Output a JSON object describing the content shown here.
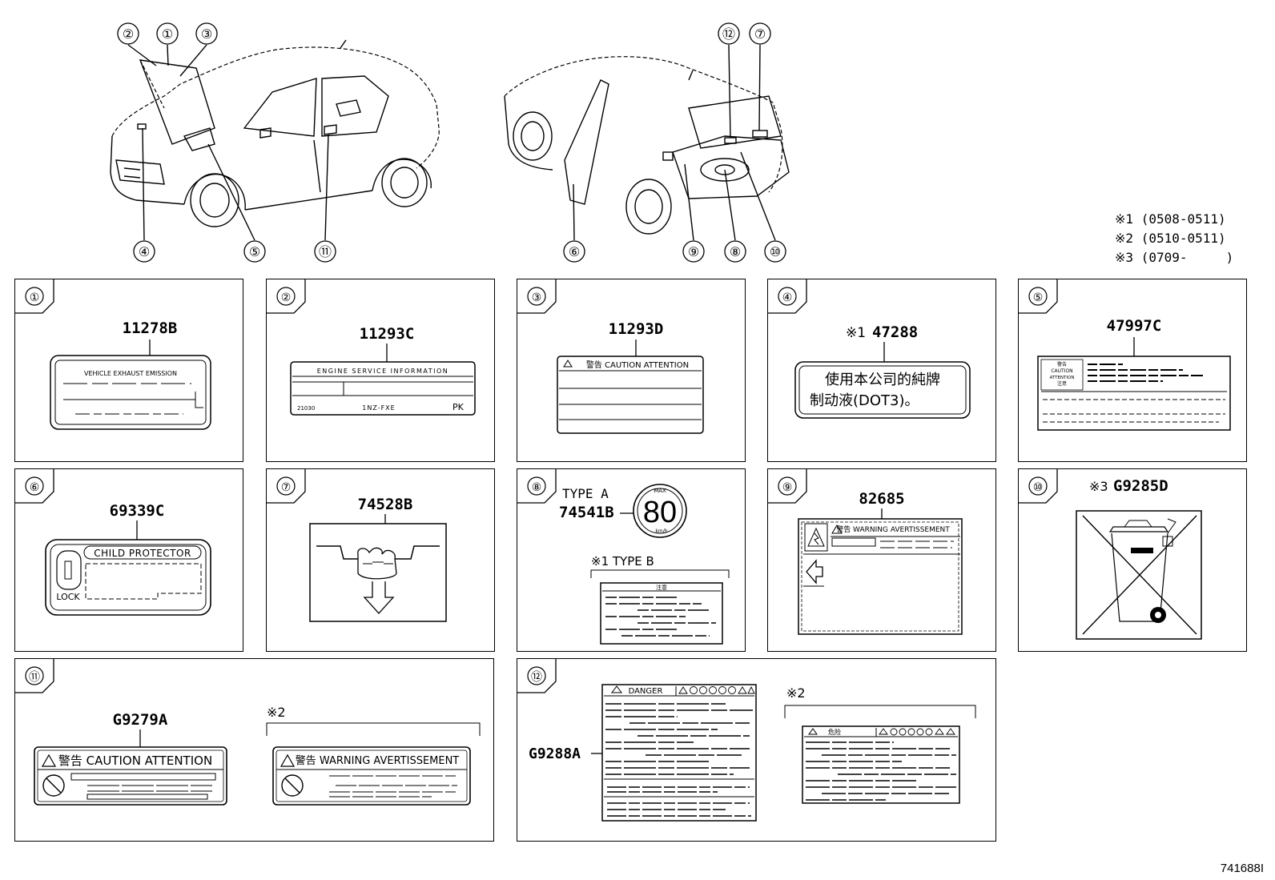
{
  "diagram": {
    "code": "741688I",
    "notes": [
      {
        "mark": "※1",
        "text": "(0508-0511)"
      },
      {
        "mark": "※2",
        "text": "(0510-0511)"
      },
      {
        "mark": "※3",
        "text": "(0709-     )"
      }
    ],
    "callouts_front": [
      "②",
      "①",
      "③",
      "④",
      "⑤",
      "⑪"
    ],
    "callouts_rear": [
      "⑫",
      "⑦",
      "⑥",
      "⑨",
      "⑧",
      "⑩"
    ]
  },
  "panels": {
    "p1": {
      "num": "①",
      "part": "11278B",
      "lines": [
        "VEHICLE EXHAUST EMISSION"
      ]
    },
    "p2": {
      "num": "②",
      "part": "11293C",
      "lines": [
        "ENGINE SERVICE INFORMATION",
        "21030",
        "1NZ-FXE",
        "PK"
      ]
    },
    "p3": {
      "num": "③",
      "part": "11293D",
      "lines": [
        "警告 CAUTION ATTENTION"
      ]
    },
    "p4": {
      "num": "④",
      "note": "※1",
      "part": "47288",
      "lines": [
        "使用本公司的純牌",
        "制动液(DOT3)。"
      ]
    },
    "p5": {
      "num": "⑤",
      "part": "47997C",
      "lines": [
        "警告",
        "CAUTION",
        "ATTENTION",
        "注意"
      ]
    },
    "p6": {
      "num": "⑥",
      "part": "69339C",
      "lines": [
        "CHILD PROTECTOR",
        "LOCK"
      ]
    },
    "p7": {
      "num": "⑦",
      "part": "74528B"
    },
    "p8": {
      "num": "⑧",
      "type_a": "TYPE A",
      "part": "74541B",
      "speed_max": "MAX",
      "speed": "80",
      "speed_unit": "km/h",
      "type_b": "※1 TYPE B",
      "type_b_head": "注意"
    },
    "p9": {
      "num": "⑨",
      "part": "82685",
      "lines": [
        "警告 WARNING AVERTISSEMENT"
      ]
    },
    "p10": {
      "num": "⑩",
      "note": "※3",
      "part": "G9285D"
    },
    "p11": {
      "num": "⑪",
      "part": "G9279A",
      "variant_note": "※2",
      "lines": [
        "警告 CAUTION ATTENTION",
        "警告 WARNING AVERTISSEMENT"
      ]
    },
    "p12": {
      "num": "⑫",
      "part": "G9288A",
      "variant_note": "※2",
      "lines": [
        "DANGER",
        "危险"
      ]
    }
  },
  "colors": {
    "ink": "#000000",
    "watermark": "#e6e6e6"
  }
}
